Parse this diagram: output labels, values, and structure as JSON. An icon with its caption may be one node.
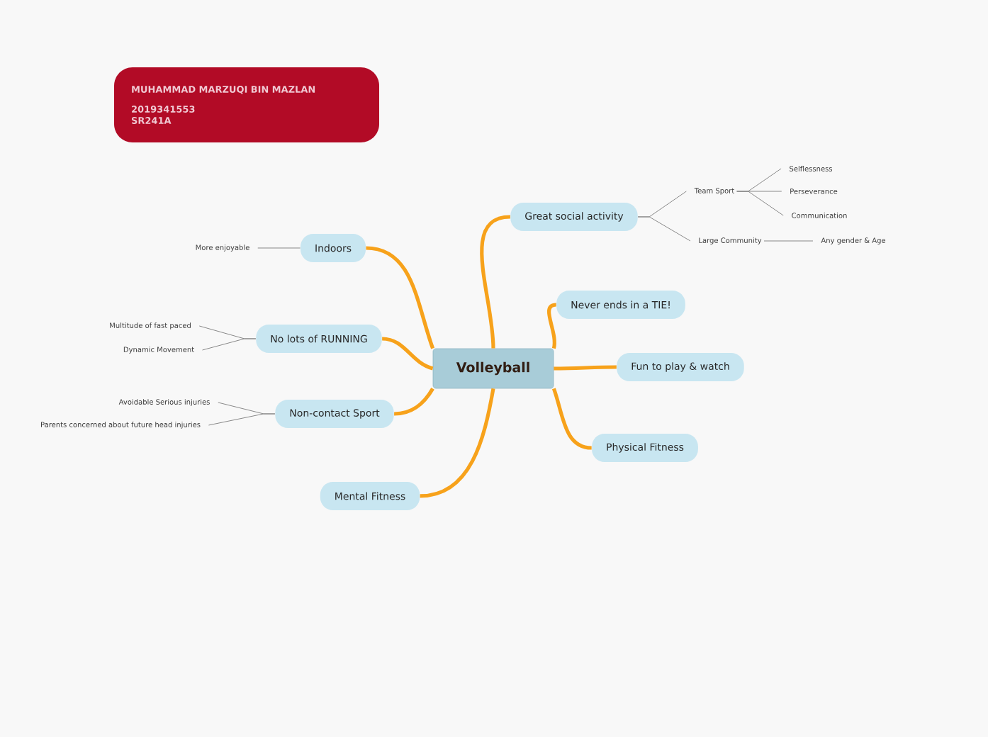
{
  "diagram": {
    "nodes": [
      {
        "text": [
          "MUHAMMAD MARZUQI BIN MAZLAN",
          "2019341553",
          "SR241A"
        ]
      },
      {
        "text": [
          "Volleyball"
        ]
      },
      {
        "text": [
          "Great social activity"
        ]
      },
      {
        "text": [
          "Team Sport"
        ]
      },
      {
        "text": [
          "Selflessness"
        ]
      },
      {
        "text": [
          "Perseverance"
        ]
      },
      {
        "text": [
          "Communication"
        ]
      },
      {
        "text": [
          "Large Community"
        ]
      },
      {
        "text": [
          "Any gender & Age"
        ]
      },
      {
        "text": [
          "Never ends in a TIE!"
        ]
      },
      {
        "text": [
          "Fun to play & watch"
        ]
      },
      {
        "text": [
          "Physical Fitness"
        ]
      },
      {
        "text": [
          "Indoors"
        ]
      },
      {
        "text": [
          "More enjoyable"
        ]
      },
      {
        "text": [
          "No lots of RUNNING"
        ]
      },
      {
        "text": [
          "Multitude of fast paced"
        ]
      },
      {
        "text": [
          "Dynamic Movement"
        ]
      },
      {
        "text": [
          "Non-contact Sport"
        ]
      },
      {
        "text": [
          "Avoidable Serious injuries"
        ]
      },
      {
        "text": [
          "Parents concerned about future head injuries"
        ]
      },
      {
        "text": [
          "Mental Fitness"
        ]
      }
    ],
    "edges": [
      {
        "from": 1,
        "to": 2,
        "arrow": "none",
        "style": "thick",
        "color": "#f7a21b"
      },
      {
        "from": 2,
        "to": 3,
        "arrow": "none"
      },
      {
        "from": 3,
        "to": 4,
        "arrow": "none"
      },
      {
        "from": 3,
        "to": 5,
        "arrow": "none"
      },
      {
        "from": 3,
        "to": 6,
        "arrow": "none"
      },
      {
        "from": 2,
        "to": 7,
        "arrow": "none"
      },
      {
        "from": 7,
        "to": 8,
        "arrow": "none"
      },
      {
        "from": 1,
        "to": 9,
        "arrow": "none",
        "style": "thick",
        "color": "#f7a21b"
      },
      {
        "from": 1,
        "to": 10,
        "arrow": "none",
        "style": "thick",
        "color": "#f7a21b"
      },
      {
        "from": 1,
        "to": 11,
        "arrow": "none",
        "style": "thick",
        "color": "#f7a21b"
      },
      {
        "from": 1,
        "to": 12,
        "arrow": "none",
        "style": "thick",
        "color": "#f7a21b"
      },
      {
        "from": 12,
        "to": 13,
        "arrow": "none"
      },
      {
        "from": 1,
        "to": 14,
        "arrow": "none",
        "style": "thick",
        "color": "#f7a21b"
      },
      {
        "from": 14,
        "to": 15,
        "arrow": "none"
      },
      {
        "from": 14,
        "to": 16,
        "arrow": "none"
      },
      {
        "from": 1,
        "to": 17,
        "arrow": "none",
        "style": "thick",
        "color": "#f7a21b"
      },
      {
        "from": 17,
        "to": 18,
        "arrow": "none"
      },
      {
        "from": 17,
        "to": 19,
        "arrow": "none"
      },
      {
        "from": 1,
        "to": 20,
        "arrow": "none",
        "style": "thick",
        "color": "#f7a21b"
      }
    ]
  }
}
